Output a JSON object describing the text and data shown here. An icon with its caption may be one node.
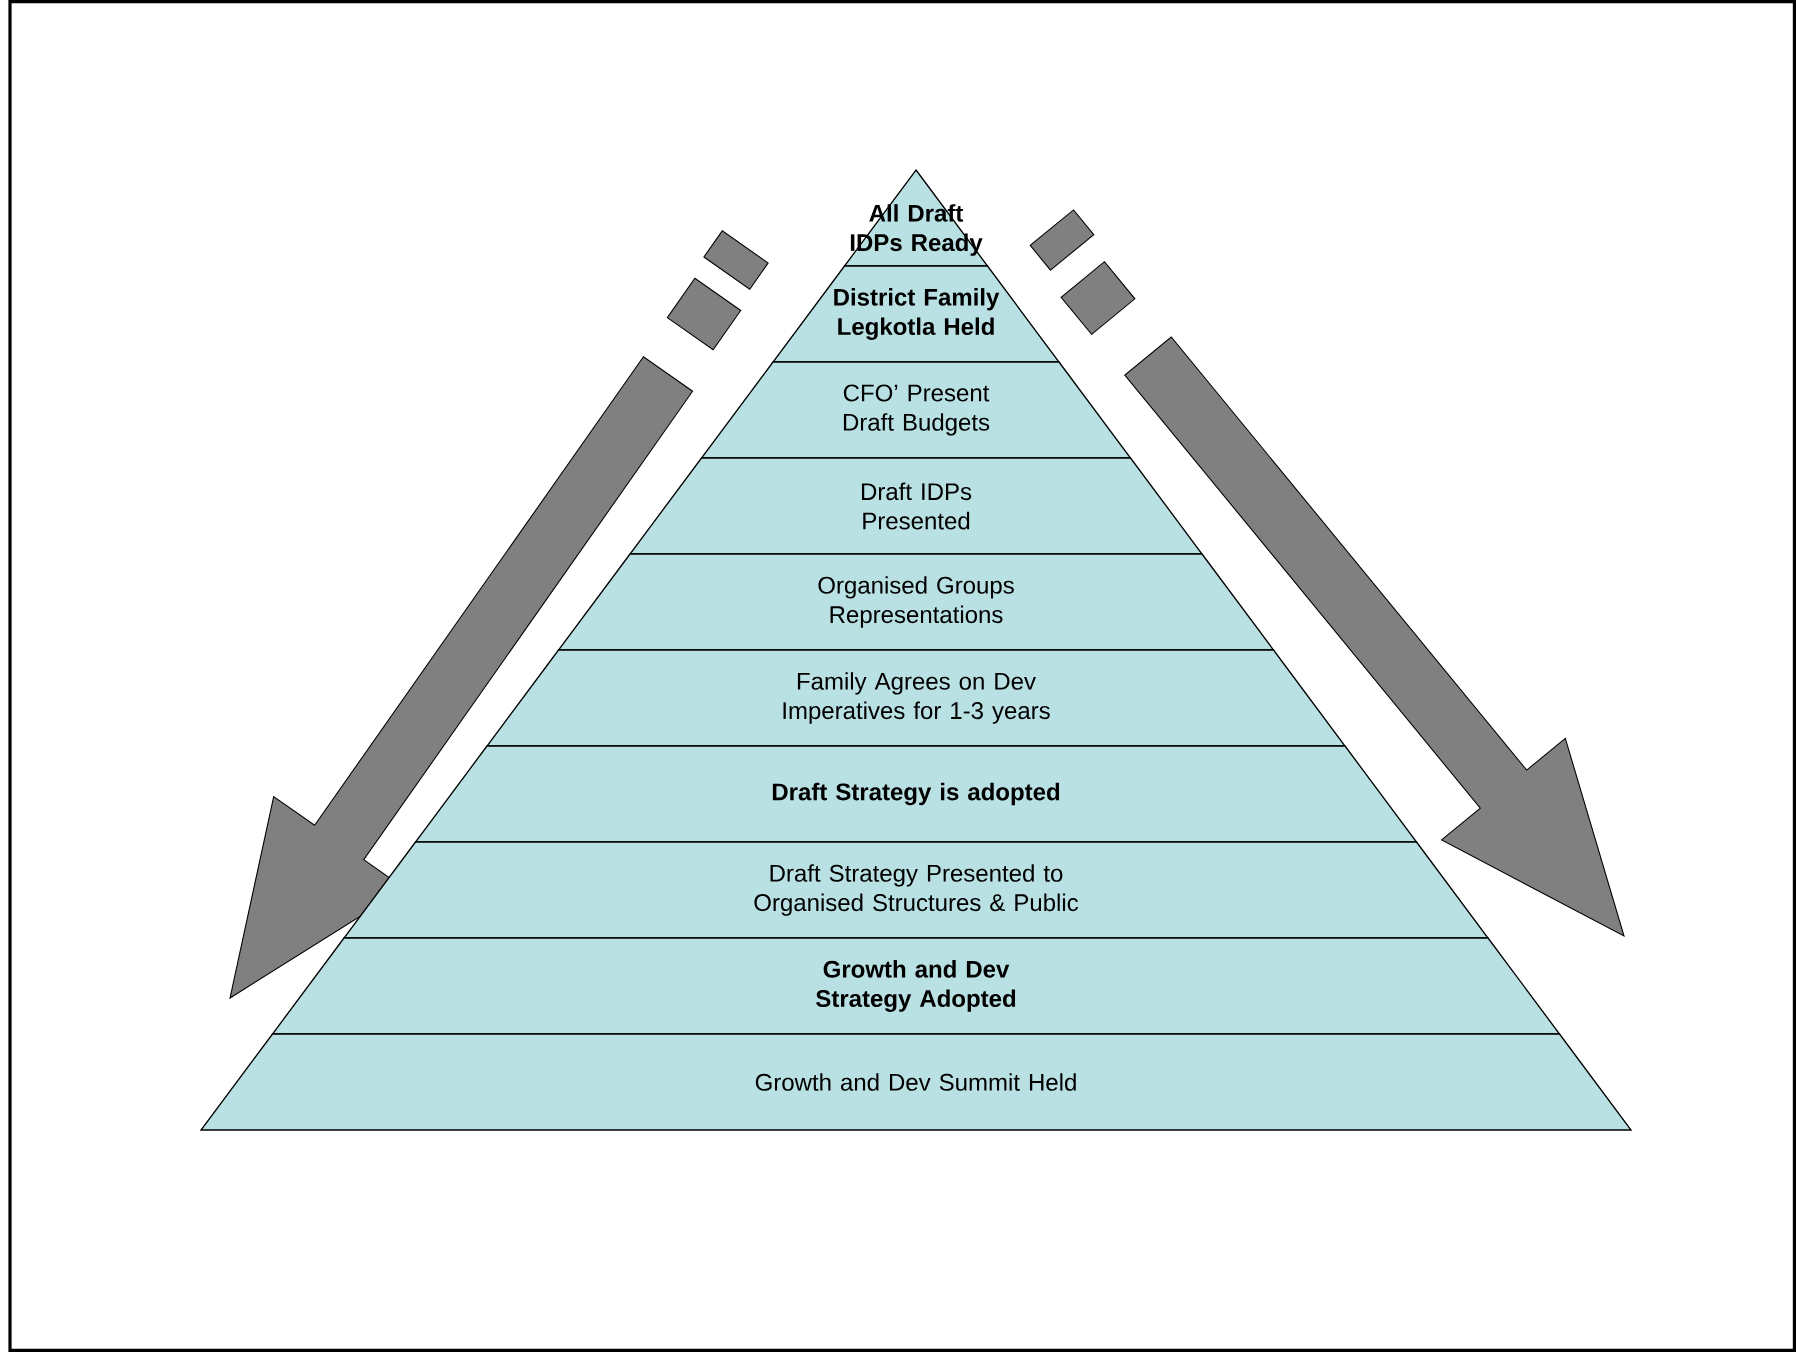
{
  "diagram": {
    "nodes": [
      {
        "text": [
          "All Draft IDPs Ready"
        ]
      },
      {
        "text": [
          "District Family Legkotla Held"
        ]
      },
      {
        "text": [
          "CFO’ Present Draft Budgets"
        ]
      },
      {
        "text": [
          "Draft IDPs Presented"
        ]
      },
      {
        "text": [
          "Organised Groups Representations"
        ]
      },
      {
        "text": [
          "Family Agrees on Dev Imperatives for 1-3 years"
        ]
      },
      {
        "text": [
          "Draft Strategy is adopted"
        ]
      },
      {
        "text": [
          "Draft Strategy Presented to Organised Structures & Public"
        ]
      },
      {
        "text": [
          "Growth and Dev Strategy Adopted"
        ]
      },
      {
        "text": [
          "Growth and Dev Summit Held"
        ]
      }
    ]
  }
}
